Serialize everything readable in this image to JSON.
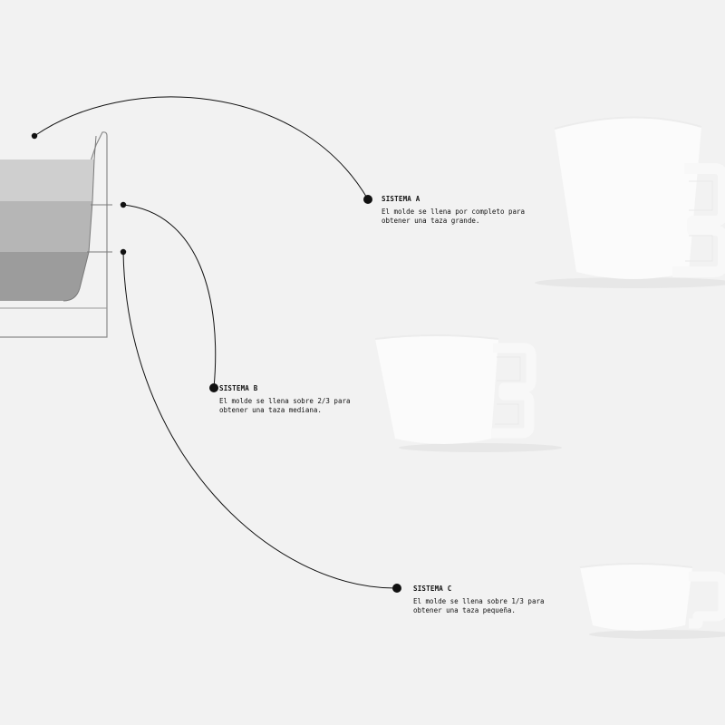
{
  "colors": {
    "background": "#f2f2f2",
    "ink": "#111111",
    "mold_light": "#cfcfcf",
    "mold_mid": "#b4b4b4",
    "mold_dark": "#9a9a9a",
    "cup_white": "#fbfbfb",
    "shadow": "#e6e6e6"
  },
  "systems": [
    {
      "id": "a",
      "title": "SISTEMA A",
      "desc_line1": "El molde se llena por completo para",
      "desc_line2": "obtener una taza grande."
    },
    {
      "id": "b",
      "title": "SISTEMA B",
      "desc_line1": "El molde se llena sobre 2/3 para",
      "desc_line2": "obtener una taza mediana."
    },
    {
      "id": "c",
      "title": "SISTEMA C",
      "desc_line1": "El molde se llena sobre 1/3 para",
      "desc_line2": "obtener una taza pequeña."
    }
  ],
  "icons": {
    "mold": "mold-cross-section-icon",
    "cup_large": "large-cup-icon",
    "cup_medium": "medium-cup-icon",
    "cup_small": "small-cup-icon"
  }
}
